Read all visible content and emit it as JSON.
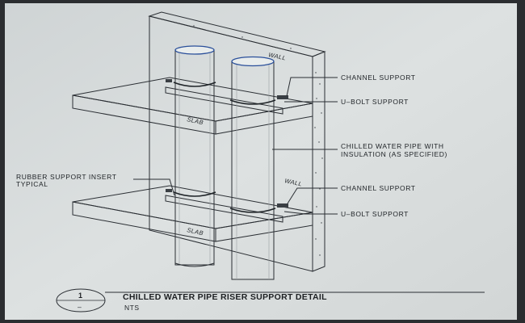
{
  "labels": {
    "channel_support_top": "CHANNEL SUPPORT",
    "ubolt_support_top": "U–BOLT SUPPORT",
    "chilled_pipe_line1": "CHILLED WATER PIPE WITH",
    "chilled_pipe_line2": "INSULATION (AS SPECIFIED)",
    "rubber_insert_line1": "RUBBER SUPPORT INSERT",
    "rubber_insert_line2": "TYPICAL",
    "channel_support_bottom": "CHANNEL SUPPORT",
    "ubolt_support_bottom": "U–BOLT SUPPORT"
  },
  "tags": {
    "wall_top": "WALL",
    "wall_mid": "WALL",
    "slab_top": "SLAB",
    "slab_bottom": "SLAB"
  },
  "title_block": {
    "detail_number": "1",
    "detail_sub": "–",
    "title": "CHILLED WATER PIPE RISER SUPPORT DETAIL",
    "scale": "NTS"
  }
}
